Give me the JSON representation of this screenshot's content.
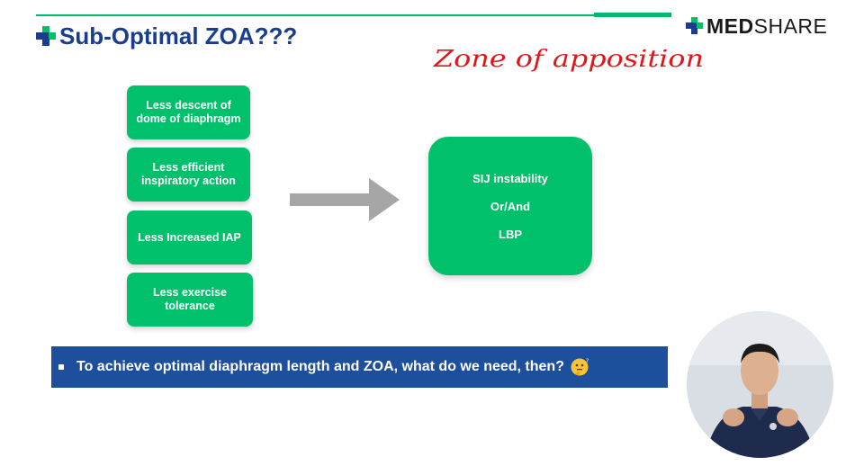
{
  "colors": {
    "accent_green": "#00c06b",
    "title_blue": "#1a3d8f",
    "banner_blue": "#1d4f9c",
    "handwriting_red": "#e0161b"
  },
  "header": {
    "title": "Sub-Optimal ZOA???",
    "brand_part1": "MED",
    "brand_part2": "SHARE",
    "handwritten_note": "Zone of apposition"
  },
  "left_cards": [
    {
      "label": "Less descent of dome of diaphragm"
    },
    {
      "label": "Less efficient inspiratory action"
    },
    {
      "label": "Less Increased IAP"
    },
    {
      "label": "Less exercise tolerance"
    }
  ],
  "outcome_card": {
    "line1": "SIJ instability",
    "line2": "Or/And",
    "line3": "LBP"
  },
  "banner": {
    "text": "To achieve optimal diaphragm length and ZOA, what do we need, then?",
    "emoji_icon": "thinking-face-icon"
  },
  "webcam": {
    "icon": "presenter-video-icon"
  }
}
